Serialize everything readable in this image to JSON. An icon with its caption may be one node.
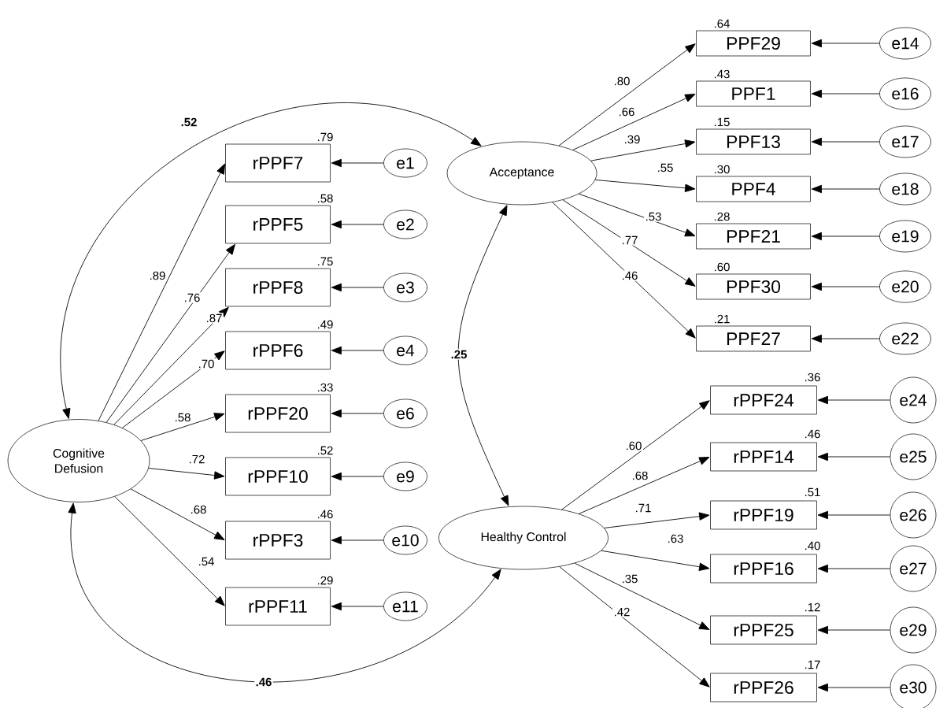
{
  "diagram": {
    "nodes": [
      {
        "text": [
          "Cognitive Defusion"
        ]
      },
      {
        "text": [
          "rPPF7"
        ],
        "beside": [
          ".79"
        ]
      },
      {
        "text": [
          "rPPF5"
        ],
        "beside": [
          ".58"
        ]
      },
      {
        "text": [
          "rPPF8"
        ],
        "beside": [
          ".75"
        ]
      },
      {
        "text": [
          "rPPF6"
        ],
        "beside": [
          ".49"
        ]
      },
      {
        "text": [
          "rPPF20"
        ],
        "beside": [
          ".33"
        ]
      },
      {
        "text": [
          "rPPF10"
        ],
        "beside": [
          ".52"
        ]
      },
      {
        "text": [
          "rPPF3"
        ],
        "beside": [
          ".46"
        ]
      },
      {
        "text": [
          "rPPF11"
        ],
        "beside": [
          ".29"
        ]
      },
      {
        "text": [
          "e1"
        ]
      },
      {
        "text": [
          "e2"
        ]
      },
      {
        "text": [
          "e3"
        ]
      },
      {
        "text": [
          "e4"
        ]
      },
      {
        "text": [
          "e6"
        ]
      },
      {
        "text": [
          "e9"
        ]
      },
      {
        "text": [
          "e10"
        ]
      },
      {
        "text": [
          "e11"
        ]
      },
      {
        "text": [
          "Acceptance"
        ]
      },
      {
        "text": [
          "PPF29"
        ],
        "beside": [
          ".64"
        ]
      },
      {
        "text": [
          "PPF1"
        ],
        "beside": [
          ".43"
        ]
      },
      {
        "text": [
          "PPF13"
        ],
        "beside": [
          ".15"
        ]
      },
      {
        "text": [
          "PPF4"
        ],
        "beside": [
          ".30"
        ]
      },
      {
        "text": [
          "PPF21"
        ],
        "beside": [
          ".28"
        ]
      },
      {
        "text": [
          "PPF30"
        ],
        "beside": [
          ".60"
        ]
      },
      {
        "text": [
          "PPF27"
        ],
        "beside": [
          ".21"
        ]
      },
      {
        "text": [
          "e14"
        ]
      },
      {
        "text": [
          "e16"
        ]
      },
      {
        "text": [
          "e17"
        ]
      },
      {
        "text": [
          "e18"
        ]
      },
      {
        "text": [
          "e19"
        ]
      },
      {
        "text": [
          "e20"
        ]
      },
      {
        "text": [
          "e22"
        ]
      },
      {
        "text": [
          "Healthy Control"
        ]
      },
      {
        "text": [
          "rPPF24"
        ],
        "beside": [
          ".36"
        ]
      },
      {
        "text": [
          "rPPF14"
        ],
        "beside": [
          ".46"
        ]
      },
      {
        "text": [
          "rPPF19"
        ],
        "beside": [
          ".51"
        ]
      },
      {
        "text": [
          "rPPF16"
        ],
        "beside": [
          ".40"
        ]
      },
      {
        "text": [
          "rPPF25"
        ],
        "beside": [
          ".12"
        ]
      },
      {
        "text": [
          "rPPF26"
        ],
        "beside": [
          ".17"
        ]
      },
      {
        "text": [
          "e24"
        ]
      },
      {
        "text": [
          "e25"
        ]
      },
      {
        "text": [
          "e26"
        ]
      },
      {
        "text": [
          "e27"
        ]
      },
      {
        "text": [
          "e29"
        ]
      },
      {
        "text": [
          "e30"
        ]
      }
    ],
    "edges": [
      {
        "from": 0,
        "to": 1,
        "arrow": "to",
        "label": ".89"
      },
      {
        "from": 0,
        "to": 2,
        "arrow": "to",
        "label": ".76"
      },
      {
        "from": 0,
        "to": 3,
        "arrow": "to",
        "label": ".87"
      },
      {
        "from": 0,
        "to": 4,
        "arrow": "to",
        "label": ".70"
      },
      {
        "from": 0,
        "to": 5,
        "arrow": "to",
        "label": ".58"
      },
      {
        "from": 0,
        "to": 6,
        "arrow": "to",
        "label": ".72"
      },
      {
        "from": 0,
        "to": 7,
        "arrow": "to",
        "label": ".68"
      },
      {
        "from": 0,
        "to": 8,
        "arrow": "to",
        "label": ".54"
      },
      {
        "from": 17,
        "to": 18,
        "arrow": "to",
        "label": ".80"
      },
      {
        "from": 17,
        "to": 19,
        "arrow": "to",
        "label": ".66"
      },
      {
        "from": 17,
        "to": 20,
        "arrow": "to",
        "label": ".39"
      },
      {
        "from": 17,
        "to": 21,
        "arrow": "to",
        "label": ".55"
      },
      {
        "from": 17,
        "to": 22,
        "arrow": "to",
        "label": ".53"
      },
      {
        "from": 17,
        "to": 23,
        "arrow": "to",
        "label": ".77"
      },
      {
        "from": 17,
        "to": 24,
        "arrow": "to",
        "label": ".46"
      },
      {
        "from": 32,
        "to": 33,
        "arrow": "to",
        "label": ".60"
      },
      {
        "from": 32,
        "to": 34,
        "arrow": "to",
        "label": ".68"
      },
      {
        "from": 32,
        "to": 35,
        "arrow": "to",
        "label": ".71"
      },
      {
        "from": 32,
        "to": 36,
        "arrow": "to",
        "label": ".63"
      },
      {
        "from": 32,
        "to": 37,
        "arrow": "to",
        "label": ".35"
      },
      {
        "from": 32,
        "to": 38,
        "arrow": "to",
        "label": ".42"
      },
      {
        "from": 9,
        "to": 1,
        "arrow": "to"
      },
      {
        "from": 10,
        "to": 2,
        "arrow": "to"
      },
      {
        "from": 11,
        "to": 3,
        "arrow": "to"
      },
      {
        "from": 12,
        "to": 4,
        "arrow": "to"
      },
      {
        "from": 13,
        "to": 5,
        "arrow": "to"
      },
      {
        "from": 14,
        "to": 6,
        "arrow": "to"
      },
      {
        "from": 15,
        "to": 7,
        "arrow": "to"
      },
      {
        "from": 16,
        "to": 8,
        "arrow": "to"
      },
      {
        "from": 25,
        "to": 18,
        "arrow": "to"
      },
      {
        "from": 26,
        "to": 19,
        "arrow": "to"
      },
      {
        "from": 27,
        "to": 20,
        "arrow": "to"
      },
      {
        "from": 28,
        "to": 21,
        "arrow": "to"
      },
      {
        "from": 29,
        "to": 22,
        "arrow": "to"
      },
      {
        "from": 30,
        "to": 23,
        "arrow": "to"
      },
      {
        "from": 31,
        "to": 24,
        "arrow": "to"
      },
      {
        "from": 39,
        "to": 33,
        "arrow": "to"
      },
      {
        "from": 40,
        "to": 34,
        "arrow": "to"
      },
      {
        "from": 41,
        "to": 35,
        "arrow": "to"
      },
      {
        "from": 42,
        "to": 36,
        "arrow": "to"
      },
      {
        "from": 43,
        "to": 37,
        "arrow": "to"
      },
      {
        "from": 44,
        "to": 38,
        "arrow": "to"
      },
      {
        "from": 0,
        "to": 17,
        "arrow": "both",
        "label": ".52"
      },
      {
        "from": 17,
        "to": 32,
        "arrow": "both",
        "label": ".25"
      },
      {
        "from": 0,
        "to": 32,
        "arrow": "both",
        "label": ".46"
      }
    ]
  }
}
